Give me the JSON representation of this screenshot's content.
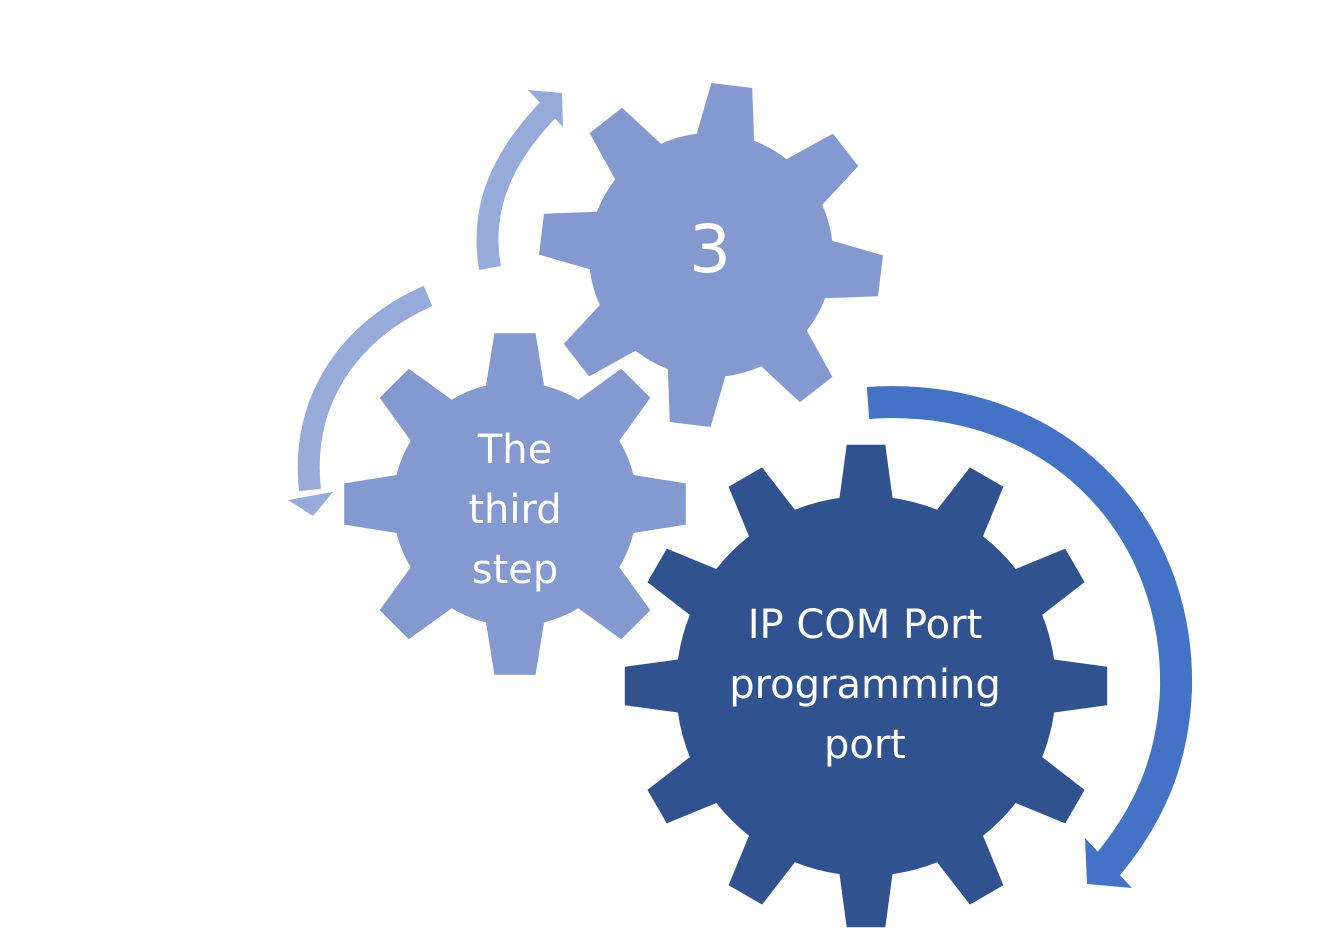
{
  "colors": {
    "gear_light": "#8499cf",
    "gear_dark": "#30538f",
    "arrow_light": "#97abda",
    "arrow_dark": "#4472c4",
    "text": "#ffffff"
  },
  "gears": {
    "top": {
      "label": "3"
    },
    "middle": {
      "lines": [
        "The",
        "third",
        "step"
      ]
    },
    "large": {
      "lines": [
        "IP COM Port",
        "programming",
        "port"
      ]
    }
  }
}
